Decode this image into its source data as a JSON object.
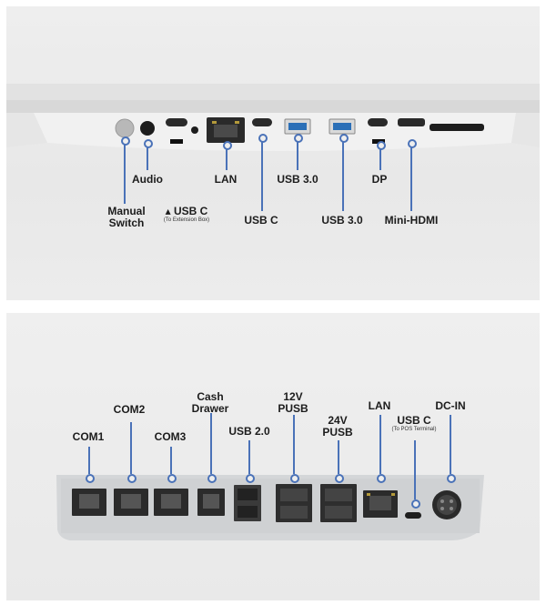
{
  "top_panel": {
    "labels": {
      "manual_switch": "Manual\nSwitch",
      "audio": "Audio",
      "usb_c_ext": "▴ USB C",
      "usb_c_ext_sub": "(To Extension Box)",
      "lan": "LAN",
      "usb_c": "USB C",
      "usb30_a": "USB 3.0",
      "usb30_b": "USB 3.0",
      "dp": "DP",
      "mini_hdmi": "Mini-HDMI"
    }
  },
  "bottom_panel": {
    "labels": {
      "com1": "COM1",
      "com2": "COM2",
      "com3": "COM3",
      "cash_drawer": "Cash\nDrawer",
      "usb20": "USB 2.0",
      "pusb12": "12V\nPUSB",
      "pusb24": "24V\nPUSB",
      "lan": "LAN",
      "usb_c_pos": "USB C",
      "usb_c_pos_sub": "(To POS Terminal)",
      "dc_in": "DC-IN"
    }
  },
  "colors": {
    "leader_line": "#4a72b8",
    "panel_bg": "#eeeeee",
    "device_body": "#d4d6d8"
  }
}
